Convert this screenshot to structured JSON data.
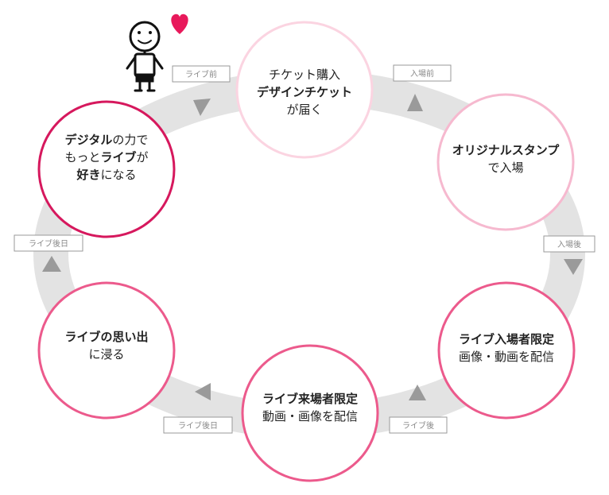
{
  "colors": {
    "ring": "#e3e3e3",
    "arrow": "#9a9a9a",
    "accent_dark": "#d6185d",
    "accent_mid": "#ec5a8c",
    "accent_light": "#f6b9cf",
    "accent_pale": "#fbd4e1",
    "heart": "#e8195b",
    "label_border": "#999999",
    "label_text": "#888888"
  },
  "nodes": [
    {
      "id": "digital",
      "lines": [
        [
          {
            "t": "デジタル",
            "b": true
          },
          {
            "t": "の力で",
            "b": false
          }
        ],
        [
          {
            "t": "もっと",
            "b": false
          },
          {
            "t": "ライブ",
            "b": true
          },
          {
            "t": "が",
            "b": false
          }
        ],
        [
          {
            "t": "好き",
            "b": true
          },
          {
            "t": "になる",
            "b": false
          }
        ]
      ]
    },
    {
      "id": "ticket",
      "lines": [
        [
          {
            "t": "チケット購入",
            "b": false
          }
        ],
        [
          {
            "t": "デザインチケット",
            "b": true
          }
        ],
        [
          {
            "t": "が届く",
            "b": false
          }
        ]
      ]
    },
    {
      "id": "stamp",
      "lines": [
        [
          {
            "t": "オリジナルスタンプ",
            "b": true
          }
        ],
        [
          {
            "t": "で入場",
            "b": false
          }
        ]
      ]
    },
    {
      "id": "attendee",
      "lines": [
        [
          {
            "t": "ライブ入場者限定",
            "b": true
          }
        ],
        [
          {
            "t": "画像・動画を配信",
            "b": false
          }
        ]
      ]
    },
    {
      "id": "visitor",
      "lines": [
        [
          {
            "t": "ライブ来場者限定",
            "b": true
          }
        ],
        [
          {
            "t": "動画・画像を配信",
            "b": false
          }
        ]
      ]
    },
    {
      "id": "memories",
      "lines": [
        [
          {
            "t": "ライブの思い出",
            "b": true
          }
        ],
        [
          {
            "t": "に浸る",
            "b": false
          }
        ]
      ]
    }
  ],
  "stage_labels": [
    "ライブ前",
    "入場前",
    "入場後",
    "ライブ後",
    "ライブ後日",
    "ライブ後日"
  ],
  "icons": [
    "person-icon",
    "heart-icon"
  ]
}
